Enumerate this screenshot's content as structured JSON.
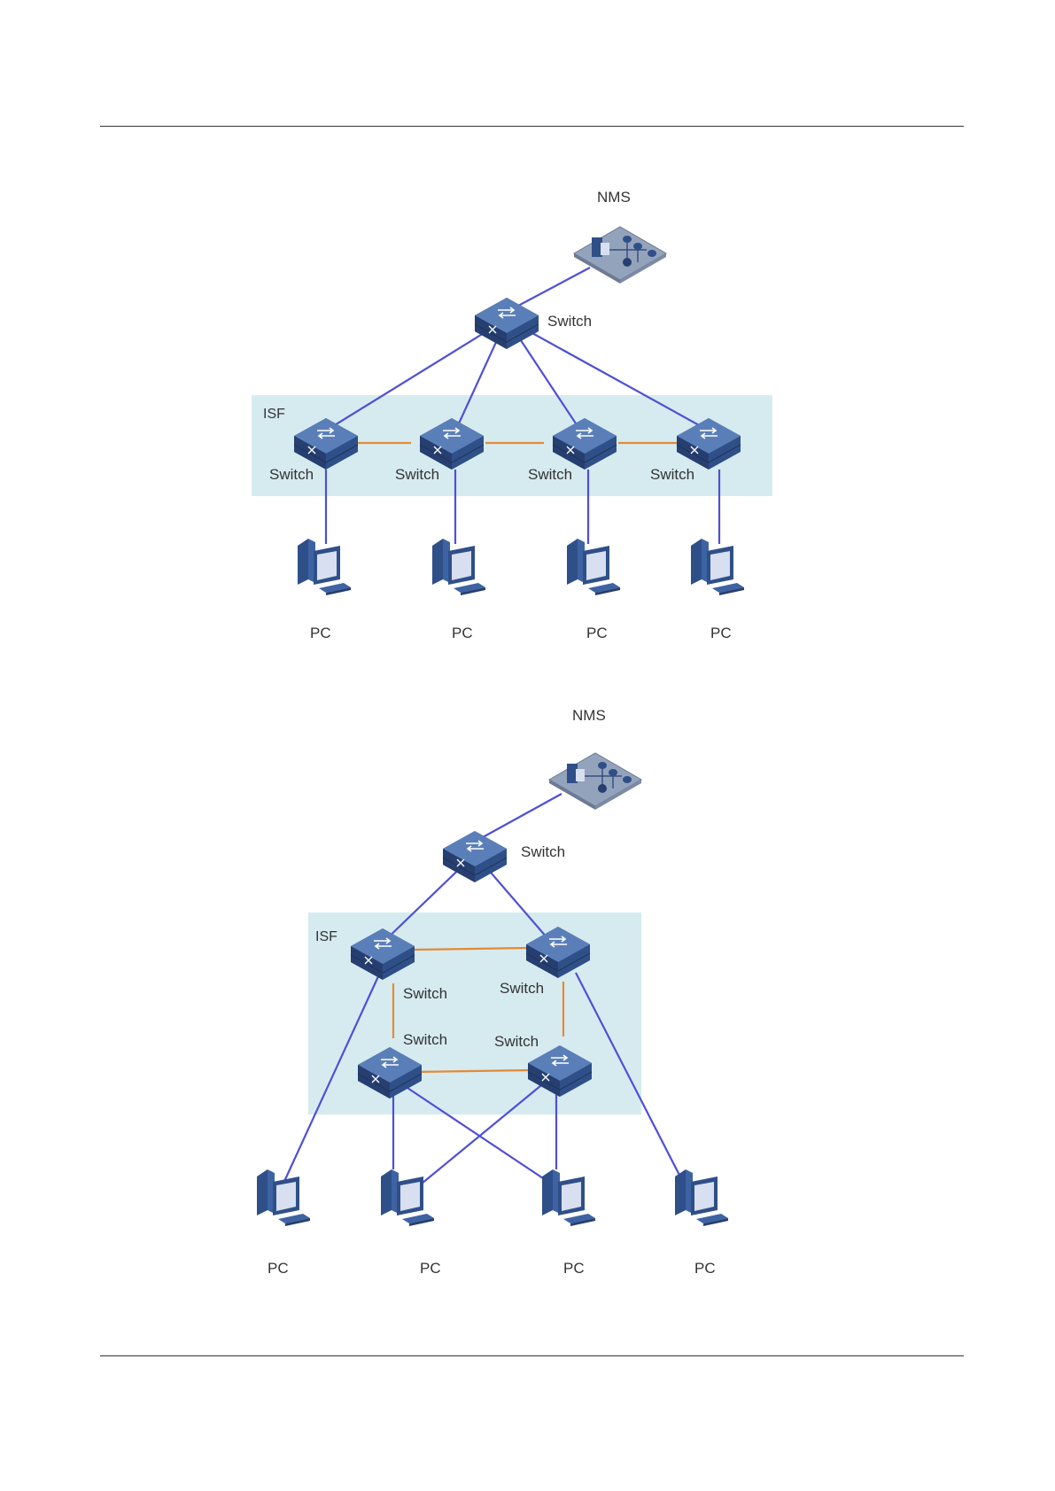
{
  "colors": {
    "isf_region": "#d6ebf0",
    "uplink": "#4f4fd6",
    "stack_link": "#e38a36",
    "switch_body": "#2f4f88",
    "switch_top": "#5a7fb8",
    "nms_plate": "#94a3bc"
  },
  "icons": {
    "switch": "switch-icon",
    "pc": "pc-icon",
    "nms": "nms-server-icon"
  },
  "diagrams": [
    {
      "id": "chain",
      "isf_label": "ISF",
      "nms_label": "NMS",
      "core_label": "Switch",
      "members": [
        {
          "label": "Switch"
        },
        {
          "label": "Switch"
        },
        {
          "label": "Switch"
        },
        {
          "label": "Switch"
        }
      ],
      "pcs": [
        {
          "label": "PC"
        },
        {
          "label": "PC"
        },
        {
          "label": "PC"
        },
        {
          "label": "PC"
        }
      ]
    },
    {
      "id": "ring",
      "isf_label": "ISF",
      "nms_label": "NMS",
      "core_label": "Switch",
      "members": [
        {
          "label": "Switch"
        },
        {
          "label": "Switch"
        },
        {
          "label": "Switch"
        },
        {
          "label": "Switch"
        }
      ],
      "pcs": [
        {
          "label": "PC"
        },
        {
          "label": "PC"
        },
        {
          "label": "PC"
        },
        {
          "label": "PC"
        }
      ]
    }
  ]
}
